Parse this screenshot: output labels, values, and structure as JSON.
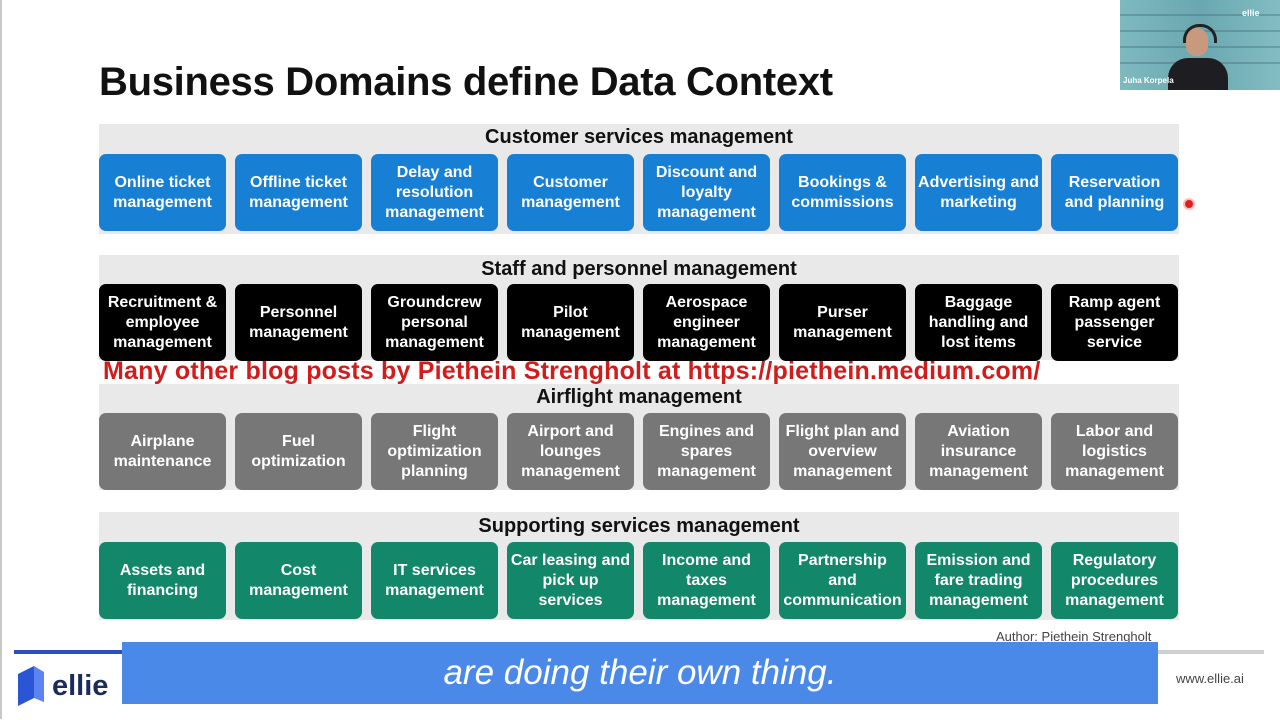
{
  "slide": {
    "title": "Business Domains define Data Context",
    "sections": [
      {
        "title": "Customer services management",
        "color": "#1880d4",
        "tiles": [
          "Online ticket management",
          "Offline ticket management",
          "Delay and resolution management",
          "Customer management",
          "Discount and loyalty management",
          "Bookings & commissions",
          "Advertising and marketing",
          "Reservation and planning"
        ]
      },
      {
        "title": "Staff and personnel management",
        "color": "#000000",
        "tiles": [
          "Recruitment & employee management",
          "Personnel management",
          "Groundcrew personal management",
          "Pilot management",
          "Aerospace engineer management",
          "Purser management",
          "Baggage handling and lost items",
          "Ramp agent passenger service"
        ]
      },
      {
        "title": "Airflight management",
        "color": "#777777",
        "tiles": [
          "Airplane maintenance",
          "Fuel optimization",
          "Flight optimization planning",
          "Airport and lounges management",
          "Engines and spares management",
          "Flight plan and overview management",
          "Aviation insurance management",
          "Labor and logistics management"
        ]
      },
      {
        "title": "Supporting services management",
        "color": "#12876a",
        "tiles": [
          "Assets and financing",
          "Cost management",
          "IT services management",
          "Car leasing and pick up services",
          "Income and taxes management",
          "Partnership and communication",
          "Emission and fare trading management",
          "Regulatory procedures management"
        ]
      }
    ],
    "overlay_note": "Many other blog posts by Piethein Strengholt at https://piethein.medium.com/",
    "author": "Author: Piethein Strengholt"
  },
  "footer": {
    "logo_text": "ellie",
    "website": "www.ellie.ai"
  },
  "caption": "are doing their own thing.",
  "video": {
    "participant_name": "Juha Korpela",
    "logo_text": "ellie"
  }
}
